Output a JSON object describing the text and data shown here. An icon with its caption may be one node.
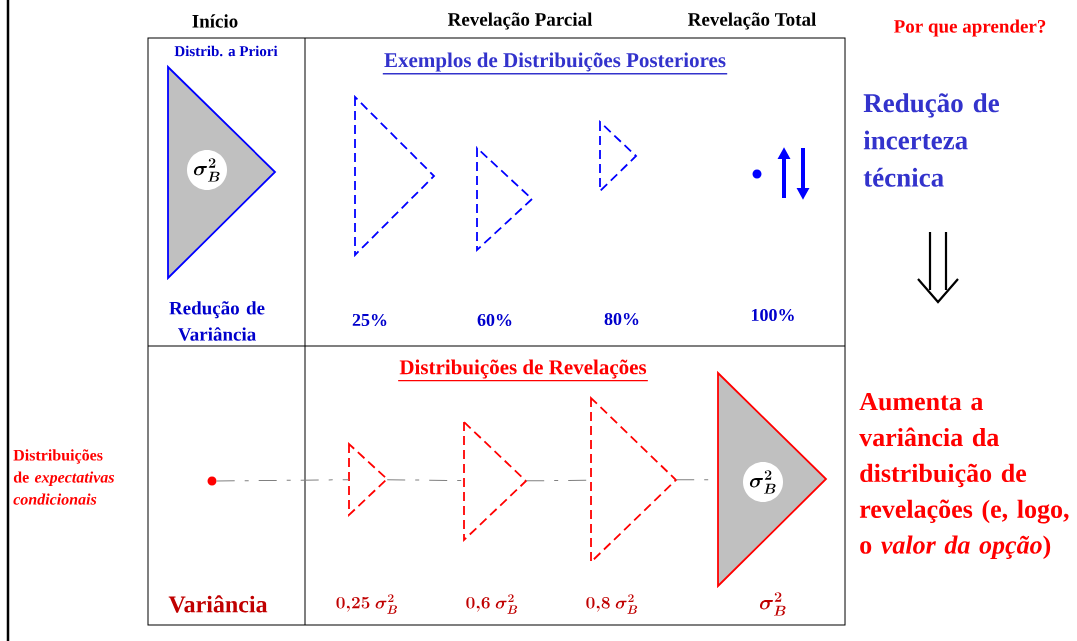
{
  "diagram": {
    "nodes": [
      {
        "text": [
          "\\sigma_B^2"
        ]
      },
      {
        "text": [],
        "shape": "triangle"
      },
      {
        "text": [],
        "shape": "triangle"
      },
      {
        "text": [],
        "shape": "triangle"
      },
      {
        "text": [],
        "shape": "circle"
      },
      {
        "text": [],
        "shape": "circle"
      },
      {
        "text": [],
        "shape": "triangle"
      },
      {
        "text": [],
        "shape": "triangle"
      },
      {
        "text": [],
        "shape": "triangle"
      },
      {
        "text": [
          "\\sigma_B^2"
        ]
      }
    ],
    "edges": [
      {
        "from": 5,
        "to": 6,
        "arrow": "none",
        "style": "dashed"
      },
      {
        "from": 6,
        "to": 7,
        "arrow": "none",
        "style": "dashed"
      },
      {
        "from": 7,
        "to": 8,
        "arrow": "none",
        "style": "dashed"
      },
      {
        "from": 8,
        "to": 9,
        "arrow": "none",
        "style": "dashed"
      }
    ],
    "labels": [
      "Início",
      "Revelação Parcial",
      "Revelação Total",
      "Por que aprender?",
      "Distrib. a Priori",
      "Exemplos de Distribuições Posteriores",
      "Redução de incerteza técnica",
      "Redução de Variância",
      "25%",
      "60%",
      "80%",
      "100%",
      "Distribuições de Revelações",
      "Aumenta a variância da distribuição de revelações (e, logo, o *valor da opção*)",
      "Distribuições de *expectativas condicionais*",
      "Variância",
      "0{,}25\\ \\sigma_B^2",
      "0{,}6\\ \\sigma_B^2",
      "0{,}8\\ \\sigma_B^2",
      "\\sigma_B^2"
    ]
  }
}
